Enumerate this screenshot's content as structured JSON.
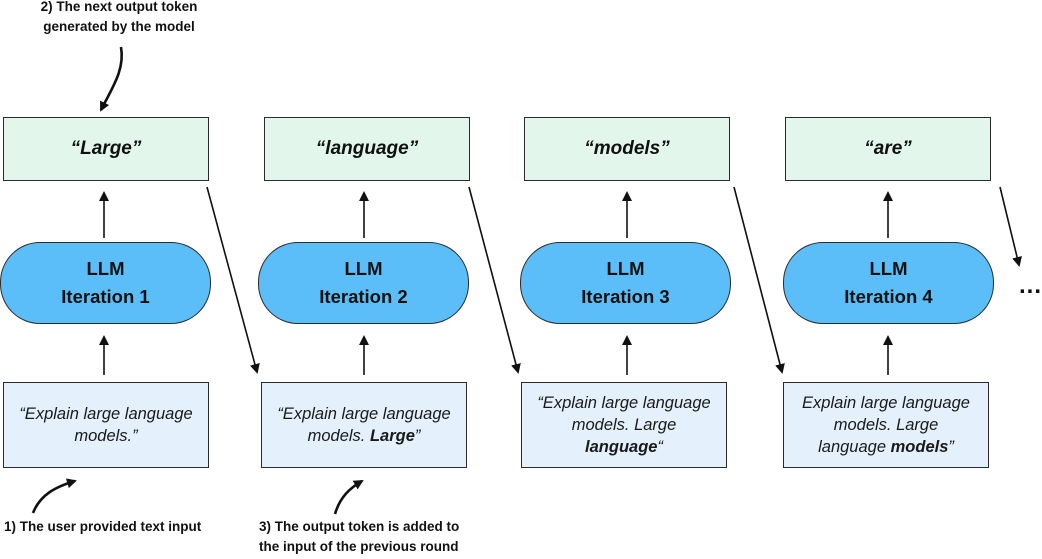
{
  "annotations": {
    "output_token_line1": "2) The next output token",
    "output_token_line2": "generated by the model",
    "user_input": "1) The user provided text input",
    "added_line1": "3) The output token is added to",
    "added_line2": "the input of the previous round"
  },
  "iterations": [
    {
      "output": "“Large”",
      "llm_line1": "LLM",
      "llm_line2": "Iteration 1",
      "input_line1": "“Explain large language",
      "input_line2_plain": "models.”",
      "input_line2_bold": "",
      "input_line2_end": "",
      "input_line3_bold": "",
      "input_line3_end": ""
    },
    {
      "output": "“language”",
      "llm_line1": "LLM",
      "llm_line2": "Iteration 2",
      "input_line1": "“Explain large language",
      "input_line2_plain": "models. ",
      "input_line2_bold": "Large",
      "input_line2_end": "”",
      "input_line3_bold": "",
      "input_line3_end": ""
    },
    {
      "output": "“models”",
      "llm_line1": "LLM",
      "llm_line2": "Iteration 3",
      "input_line1": "“Explain large language",
      "input_line2_plain": "models. Large",
      "input_line2_bold": "",
      "input_line2_end": "",
      "input_line3_bold": "language",
      "input_line3_end": "“"
    },
    {
      "output": "“are”",
      "llm_line1": "LLM",
      "llm_line2": "Iteration 4",
      "input_line1": "Explain large language",
      "input_line2_plain": "models. Large",
      "input_line2_bold": "",
      "input_line2_end": "",
      "input_line3_plain": "language ",
      "input_line3_bold": "models",
      "input_line3_end": "”"
    }
  ],
  "ellipsis": "..."
}
